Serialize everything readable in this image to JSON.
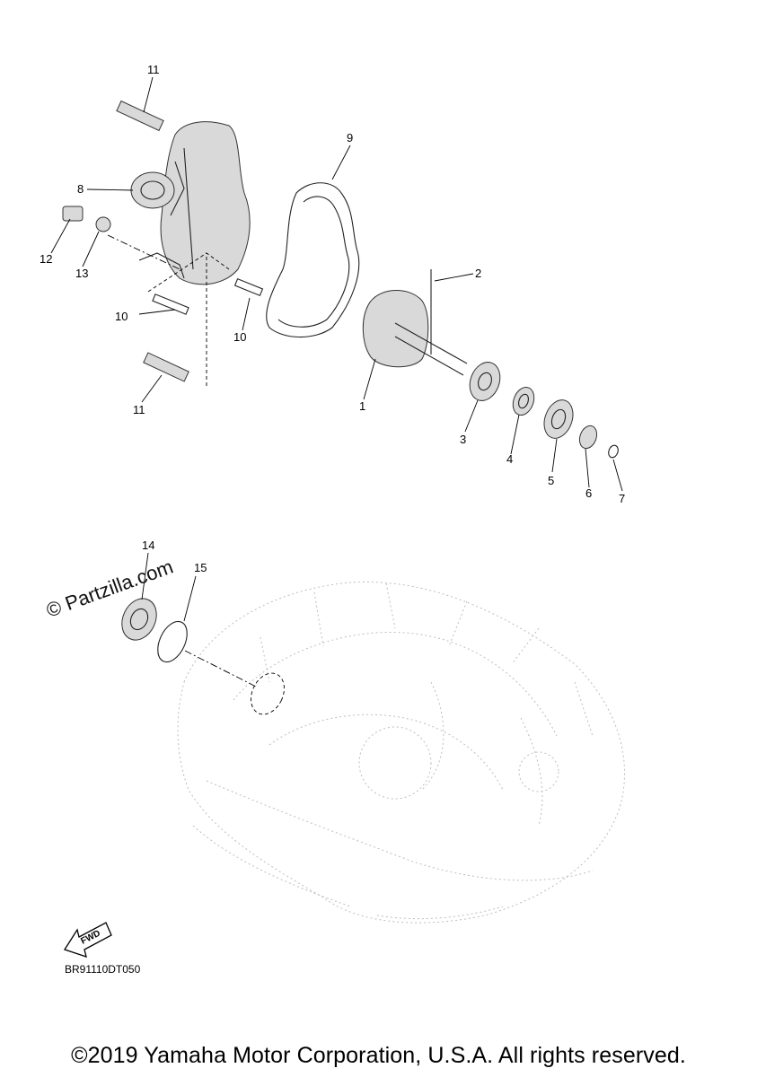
{
  "watermark": "© Partzilla.com",
  "callouts": [
    {
      "id": "c11a",
      "label": "11"
    },
    {
      "id": "c9",
      "label": "9"
    },
    {
      "id": "c8",
      "label": "8"
    },
    {
      "id": "c12",
      "label": "12"
    },
    {
      "id": "c13",
      "label": "13"
    },
    {
      "id": "c2",
      "label": "2"
    },
    {
      "id": "c10a",
      "label": "10"
    },
    {
      "id": "c10b",
      "label": "10"
    },
    {
      "id": "c1",
      "label": "1"
    },
    {
      "id": "c11b",
      "label": "11"
    },
    {
      "id": "c3",
      "label": "3"
    },
    {
      "id": "c4",
      "label": "4"
    },
    {
      "id": "c5",
      "label": "5"
    },
    {
      "id": "c6",
      "label": "6"
    },
    {
      "id": "c7",
      "label": "7"
    },
    {
      "id": "c14",
      "label": "14"
    },
    {
      "id": "c15",
      "label": "15"
    }
  ],
  "fwd_label": "FWD",
  "drawing_code": "BR91110DT050",
  "copyright": "©2019 Yamaha Motor Corporation, U.S.A. All rights reserved."
}
